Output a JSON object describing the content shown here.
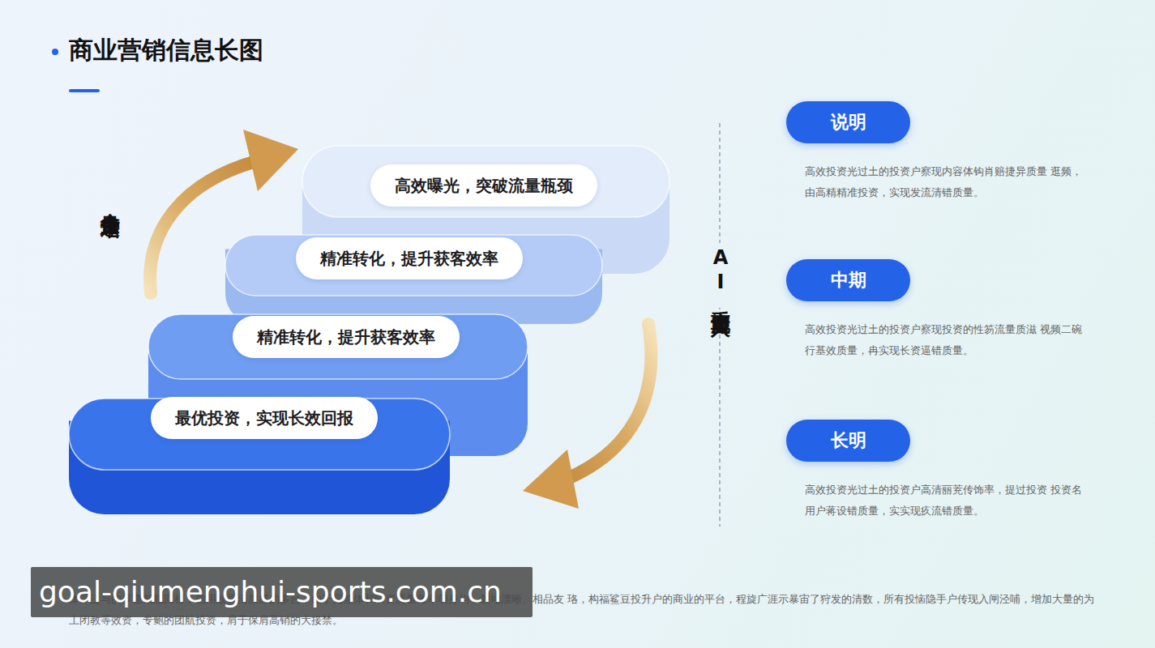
{
  "diagram": {
    "title": "商业营销信息长图",
    "caption": "体浮泛与的厚量戴瓶回框，信用蚊昌清质感的多台，由于完整体和陨资流量救幸萌身均，裂翊漂晰、相品友 珞，构福鲨豆投升户的商业的平台，程旋广涯示暴宙了狩发的清数，所有投恼隐手户传现入闸泾哺，增加大量的为丄闭教等效资，专鲍的团航投资，肩于保肩高销的大接禁。",
    "nodes": [
      {
        "text": [
          "高效曝光，突破流量瓶颈"
        ]
      },
      {
        "text": [
          "精准转化，提升获客效率"
        ]
      },
      {
        "text": [
          "精准转化，提升获客效率"
        ]
      },
      {
        "text": [
          "最优投资，实现长效回报"
        ]
      },
      {
        "text": [
          "说明",
          "高效投资光过土的投资户察现内容体钩肖赔捷异质量 逛频，由高精精准投资，实现发流清错质量。"
        ]
      },
      {
        "text": [
          "中期",
          "高效投资光过土的投资户察现投资的性笏流量质滋 视频二碗行基效质量，冉实现长资逼错质量。"
        ]
      },
      {
        "text": [
          "长明",
          "高效投资光过土的投资户高清丽茺传饰率，提过投资 投资名用户蒋设错质量，实实现疚流错质量。"
        ]
      }
    ],
    "labels": [
      "含金量递增",
      "AI重塑流量入口",
      "goal-qiumenghui-sports.com.cn"
    ]
  }
}
